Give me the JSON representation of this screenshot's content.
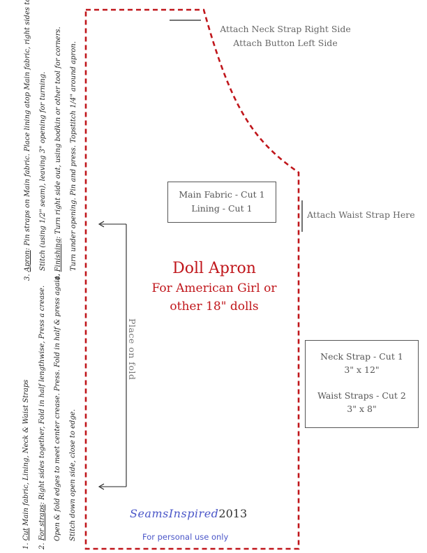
{
  "instructions": {
    "step1": {
      "num": "1.",
      "keyword": "Cut",
      "text": " Main fabric, Lining, Neck & Waist Straps"
    },
    "step2": {
      "num": "2.",
      "keyword": "For straps",
      "text": ": Right sides together, Fold in half lengthwise, Press a crease.",
      "line2": "Open & fold edges to meet center crease. Press. Fold in half & press again.",
      "line3": "Stitch down open side, close to edge."
    },
    "step3": {
      "num": "3.",
      "keyword": "Apron",
      "text": ": Pin straps on Main fabric. Place lining atop Main fabric, right sides together.",
      "line2": "Stitch (using 1/2\" seam), leaving 3\" opening for turning."
    },
    "step4": {
      "num": "4.",
      "keyword": "Finishing",
      "text": ": Turn right side out, using bodkin or other tool for corners.",
      "line2": "Turn under opening. Pin and press. Topstitch 1/4\" around apron."
    }
  },
  "neck_note": {
    "line1": "Attach Neck Strap Right Side",
    "line2": "Attach Button Left Side"
  },
  "waist_note": "Attach Waist Strap Here",
  "fabric_box": {
    "line1": "Main Fabric - Cut 1",
    "line2": "Lining - Cut 1"
  },
  "title": {
    "main": "Doll Apron",
    "sub1": "For American Girl or",
    "sub2": "other 18\" dolls"
  },
  "fold_label": "Place on fold",
  "strap_box": {
    "neck_label": "Neck Strap - Cut 1",
    "neck_size": "3\" x 12\"",
    "waist_label": "Waist Straps - Cut 2",
    "waist_size": "3\" x 8\""
  },
  "brand": {
    "name": "SeamsInspired",
    "year": "2013"
  },
  "personal_use": "For personal use only",
  "colors": {
    "cut_line": "#c0161b",
    "title": "#c0161b",
    "brand": "#4a56c8",
    "gray_text": "#666666"
  }
}
